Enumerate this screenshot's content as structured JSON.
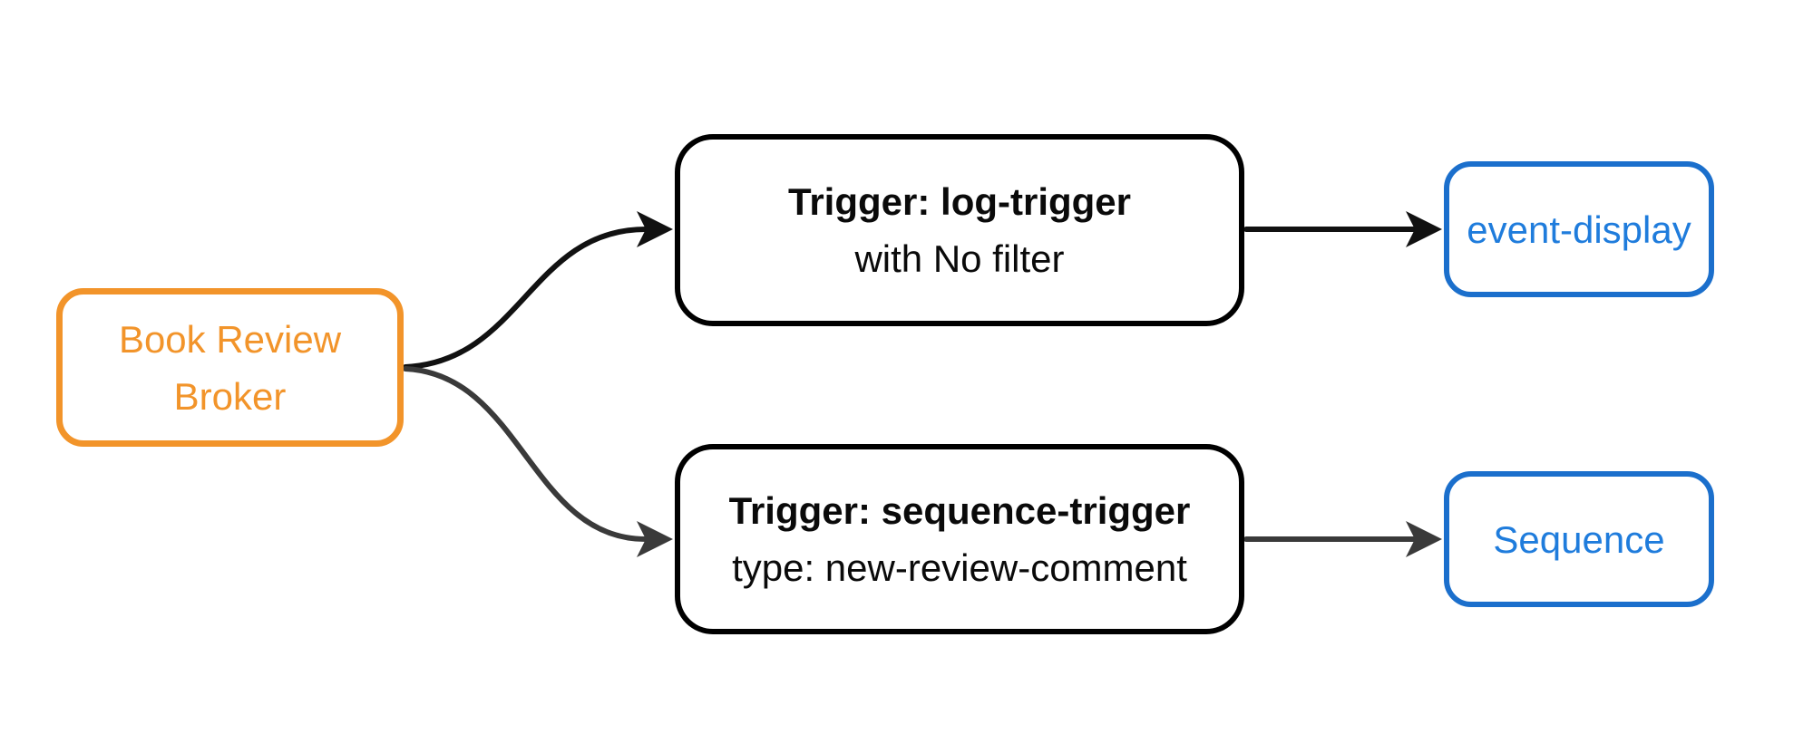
{
  "diagram": {
    "type": "flowchart",
    "direction": "left-to-right",
    "nodes": {
      "broker": {
        "label": "Book Review Broker",
        "lines": [
          "Book Review",
          "Broker"
        ]
      },
      "trigger_log": {
        "title": "Trigger: log-trigger",
        "subtitle": "with No filter"
      },
      "trigger_sequence": {
        "title": "Trigger: sequence-trigger",
        "subtitle": "type: new-review-comment"
      },
      "event_display": {
        "label": "event-display"
      },
      "sequence": {
        "label": "Sequence"
      }
    },
    "edges": [
      {
        "from": "broker",
        "to": "trigger_log",
        "style": "curved",
        "color": "#111111"
      },
      {
        "from": "broker",
        "to": "trigger_sequence",
        "style": "curved",
        "color": "#3A3A3A"
      },
      {
        "from": "trigger_log",
        "to": "event_display",
        "style": "straight",
        "color": "#111111"
      },
      {
        "from": "trigger_sequence",
        "to": "sequence",
        "style": "straight",
        "color": "#3A3A3A"
      }
    ],
    "colors": {
      "background": "#FFFFFF",
      "broker_accent": "#F2942A",
      "trigger_border": "#000000",
      "sink_border": "#1B6FCC",
      "sink_text": "#1F7CDC",
      "edge_dark": "#111111",
      "edge_gray": "#3A3A3A"
    }
  }
}
